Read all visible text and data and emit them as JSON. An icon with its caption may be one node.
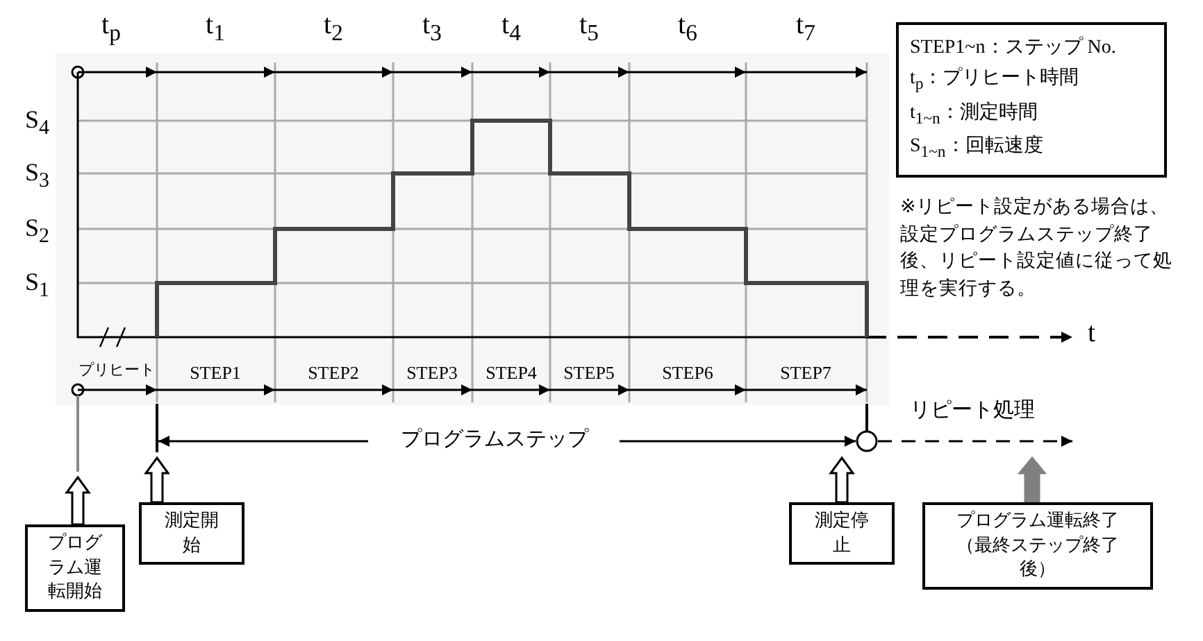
{
  "diagram": {
    "nodes": [
      {
        "text": [
          "STEP1~n：ステップ No.",
          "t$_{p}$：プリヒート時間",
          "t$_{1~n}$：測定時間",
          "S$_{1~n}$：回転速度"
        ]
      },
      {
        "text": [
          "プログラム運転開始"
        ]
      },
      {
        "text": [
          "測定開始"
        ]
      },
      {
        "text": [
          "測定停止"
        ]
      },
      {
        "text": [
          "プログラム運転終了（最終ステップ終了後）"
        ]
      }
    ],
    "edges": [
      {
        "from": 1,
        "to": null,
        "arrow": "to"
      },
      {
        "from": 2,
        "to": null,
        "arrow": "to"
      },
      {
        "from": 3,
        "to": null,
        "arrow": "to"
      },
      {
        "from": 4,
        "to": null,
        "arrow": "to",
        "color": "#808080"
      }
    ],
    "labels": [
      "t$_{p}$",
      "t$_{1}$",
      "t$_{2}$",
      "t$_{3}$",
      "t$_{4}$",
      "t$_{5}$",
      "t$_{6}$",
      "t$_{7}$",
      "S$_{4}$",
      "S$_{3}$",
      "S$_{2}$",
      "S$_{1}$",
      "t",
      "プリヒート",
      "STEP1",
      "STEP2",
      "STEP3",
      "STEP4",
      "STEP5",
      "STEP6",
      "STEP7",
      "プログラムステップ",
      "リピート処理",
      "※リピート設定がある場合は、設定プログラムステップ終了後、リピート設定値に従って処理を実行する。"
    ]
  }
}
